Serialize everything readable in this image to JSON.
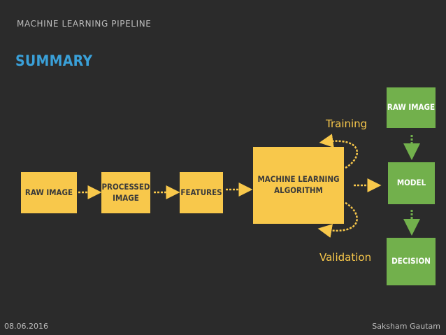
{
  "slide": {
    "header": "MACHINE LEARNING PIPELINE",
    "title": "SUMMARY",
    "footer_date": "08.06.2016",
    "footer_author": "Saksham Gautam"
  },
  "pipeline": {
    "raw_image": "RAW IMAGE",
    "processed_image_line1": "PROCESSED",
    "processed_image_line2": "IMAGE",
    "features": "FEATURES",
    "ml_algorithm_line1": "MACHINE LEARNING",
    "ml_algorithm_line2": "ALGORITHM",
    "training_label": "Training",
    "validation_label": "Validation"
  },
  "deployment": {
    "raw_image": "RAW IMAGE",
    "model": "MODEL",
    "decision": "DECISION"
  },
  "colors": {
    "background": "#2b2b2b",
    "title": "#3aa0d8",
    "yellow": "#f8c84b",
    "green": "#72b04c"
  }
}
